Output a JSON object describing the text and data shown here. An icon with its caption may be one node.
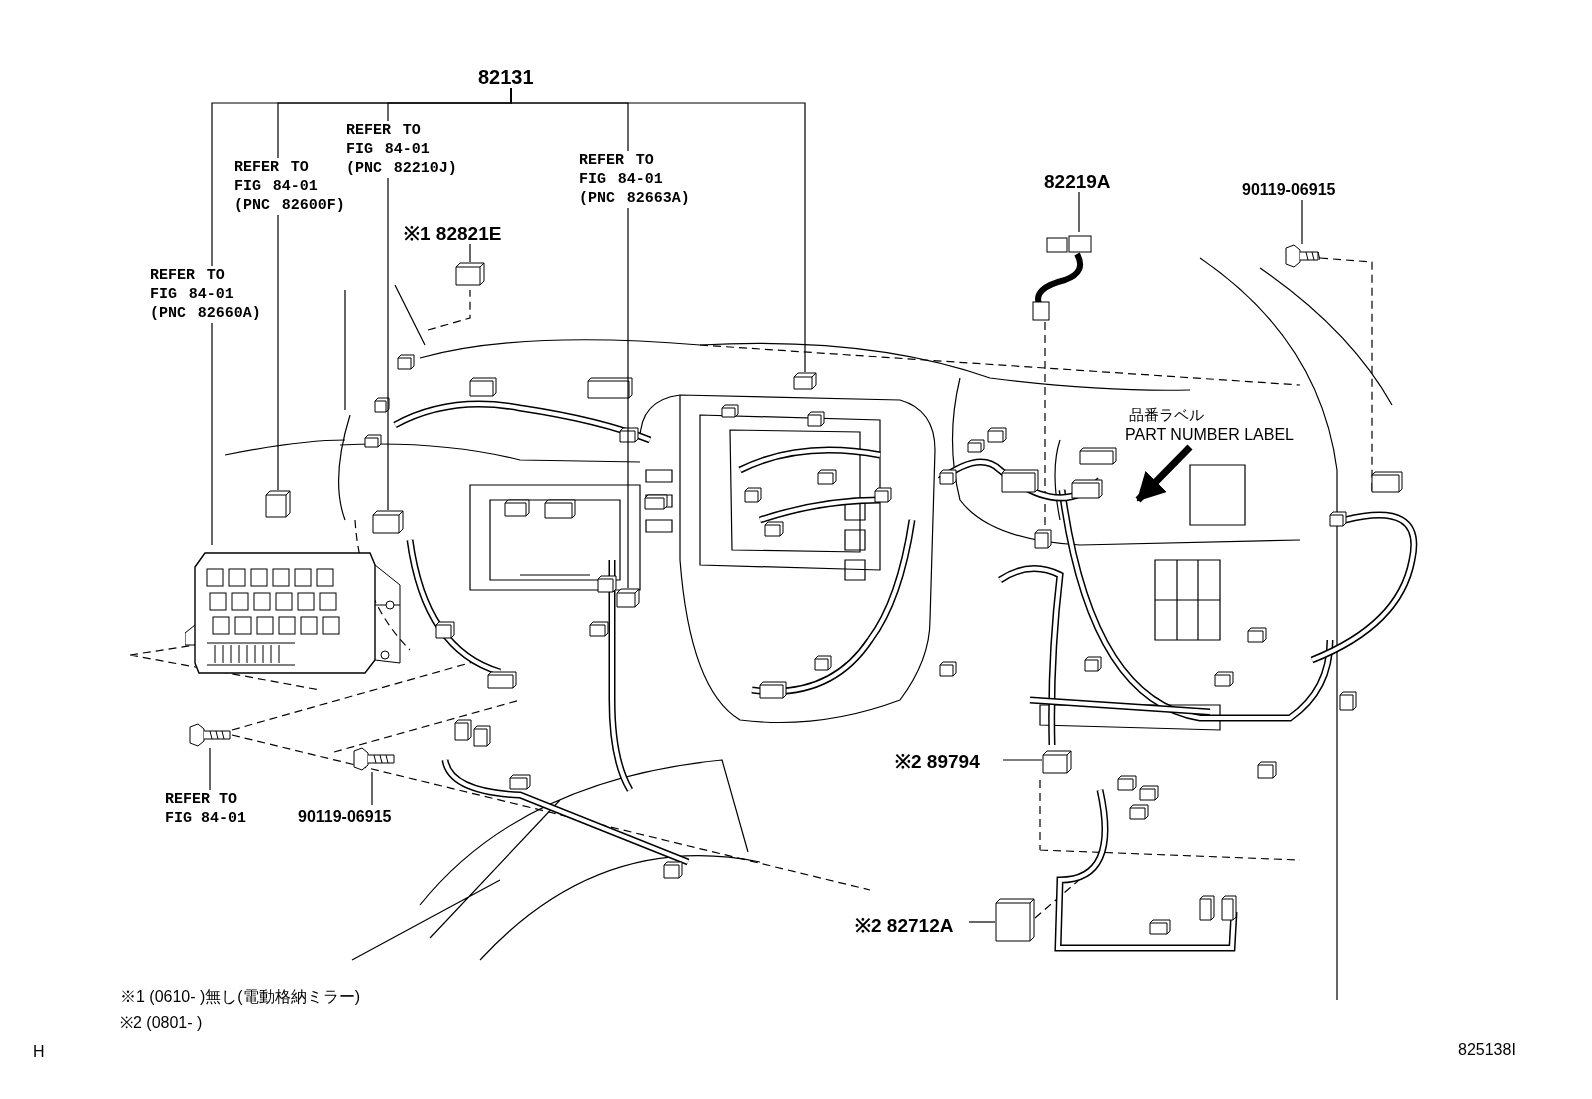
{
  "diagram": {
    "nodes": [
      {
        "text": [
          "82131"
        ]
      },
      {
        "text": [],
        "shape": "block"
      },
      {
        "text": [],
        "shape": "box"
      },
      {
        "text": [],
        "shape": "box"
      },
      {
        "text": [],
        "shape": "box"
      },
      {
        "text": [],
        "shape": "box"
      },
      {
        "text": [
          "※1 **82821E**"
        ]
      },
      {
        "text": [],
        "shape": "box"
      },
      {
        "text": [
          "82219A"
        ]
      },
      {
        "text": [],
        "shape": "cable"
      },
      {
        "text": [
          "90119-06915"
        ]
      },
      {
        "text": [],
        "shape": "bolt"
      },
      {
        "text": [
          "※2 **89794**"
        ]
      },
      {
        "text": [],
        "shape": "box"
      },
      {
        "text": [
          "※2 **82712A**"
        ]
      },
      {
        "text": [],
        "shape": "box"
      },
      {
        "text": [
          "REFER TO FIG 84-01"
        ]
      },
      {
        "text": [],
        "shape": "bolt"
      },
      {
        "text": [
          "90119-06915"
        ]
      },
      {
        "text": [],
        "shape": "bolt"
      },
      {
        "text": [
          "品番ラベル",
          "PART NUMBER LABEL"
        ]
      }
    ],
    "edges": [
      {
        "from": 0,
        "to": 1,
        "arrow": "none",
        "label": "REFER TO FIG 84-01 (PNC 82660A)"
      },
      {
        "from": 0,
        "to": 2,
        "arrow": "none",
        "label": "REFER TO FIG 84-01 (PNC 82600F)"
      },
      {
        "from": 0,
        "to": 3,
        "arrow": "none",
        "label": "REFER TO FIG 84-01 (PNC 82210J)"
      },
      {
        "from": 0,
        "to": 4,
        "arrow": "none",
        "label": "REFER TO FIG 84-01 (PNC 82663A)"
      },
      {
        "from": 0,
        "to": 5,
        "arrow": "none"
      },
      {
        "from": 6,
        "to": 7,
        "arrow": "none"
      },
      {
        "from": 8,
        "to": 9,
        "arrow": "none"
      },
      {
        "from": 10,
        "to": 11,
        "arrow": "none"
      },
      {
        "from": 12,
        "to": 13,
        "arrow": "none"
      },
      {
        "from": 14,
        "to": 15,
        "arrow": "none"
      },
      {
        "from": 16,
        "to": 17,
        "arrow": "none"
      },
      {
        "from": 18,
        "to": 19,
        "arrow": "none"
      },
      {
        "from": 20,
        "to": null,
        "arrow": "to",
        "style": "thick"
      }
    ],
    "labels": [
      "※1 (0610- )無し(電動格納ミラー)",
      "※2 (0801- )",
      "H",
      "825138I"
    ]
  }
}
